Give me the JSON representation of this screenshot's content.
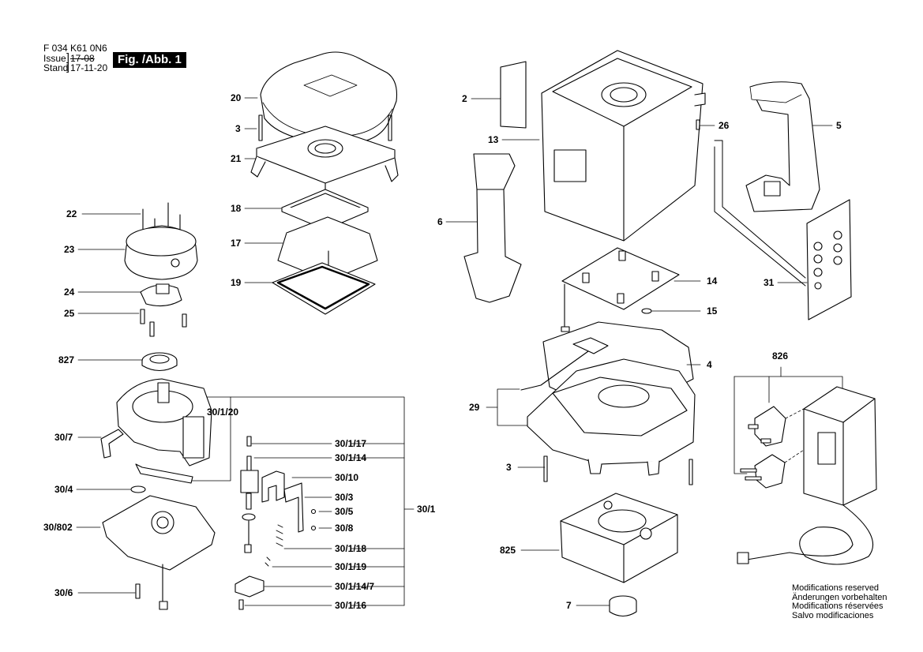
{
  "header": {
    "doc_number": "F 034 K61 0N6",
    "issue_label": "Issue",
    "issue_value": "17-08",
    "stand_label": "Stand",
    "stand_value": "17-11-20",
    "figure": "Fig. /Abb. 1"
  },
  "callouts": [
    {
      "id": "p20",
      "label": "20"
    },
    {
      "id": "p3a",
      "label": "3"
    },
    {
      "id": "p21",
      "label": "21"
    },
    {
      "id": "p18",
      "label": "18"
    },
    {
      "id": "p17",
      "label": "17"
    },
    {
      "id": "p19",
      "label": "19"
    },
    {
      "id": "p22",
      "label": "22"
    },
    {
      "id": "p23",
      "label": "23"
    },
    {
      "id": "p24",
      "label": "24"
    },
    {
      "id": "p25",
      "label": "25"
    },
    {
      "id": "p827",
      "label": "827"
    },
    {
      "id": "p30_1_20",
      "label": "30/1/20"
    },
    {
      "id": "p30_7",
      "label": "30/7"
    },
    {
      "id": "p30_1_17",
      "label": "30/1/17"
    },
    {
      "id": "p30_1_14",
      "label": "30/1/14"
    },
    {
      "id": "p30_10",
      "label": "30/10"
    },
    {
      "id": "p30_4",
      "label": "30/4"
    },
    {
      "id": "p30_3",
      "label": "30/3"
    },
    {
      "id": "p30_5",
      "label": "30/5"
    },
    {
      "id": "p30_1",
      "label": "30/1"
    },
    {
      "id": "p30_802",
      "label": "30/802"
    },
    {
      "id": "p30_8",
      "label": "30/8"
    },
    {
      "id": "p30_1_18",
      "label": "30/1/18"
    },
    {
      "id": "p30_1_19",
      "label": "30/1/19"
    },
    {
      "id": "p30_1_14_7",
      "label": "30/1/14/7"
    },
    {
      "id": "p30_6",
      "label": "30/6"
    },
    {
      "id": "p30_1_16",
      "label": "30/1/16"
    },
    {
      "id": "p2",
      "label": "2"
    },
    {
      "id": "p13",
      "label": "13"
    },
    {
      "id": "p26",
      "label": "26"
    },
    {
      "id": "p5",
      "label": "5"
    },
    {
      "id": "p6",
      "label": "6"
    },
    {
      "id": "p14",
      "label": "14"
    },
    {
      "id": "p31",
      "label": "31"
    },
    {
      "id": "p15",
      "label": "15"
    },
    {
      "id": "p4",
      "label": "4"
    },
    {
      "id": "p826",
      "label": "826"
    },
    {
      "id": "p29",
      "label": "29"
    },
    {
      "id": "p3b",
      "label": "3"
    },
    {
      "id": "p825",
      "label": "825"
    },
    {
      "id": "p7",
      "label": "7"
    }
  ],
  "notes": [
    "Modifications reserved",
    "Änderungen vorbehalten",
    "Modifications réservées",
    "Salvo modificaciones"
  ]
}
